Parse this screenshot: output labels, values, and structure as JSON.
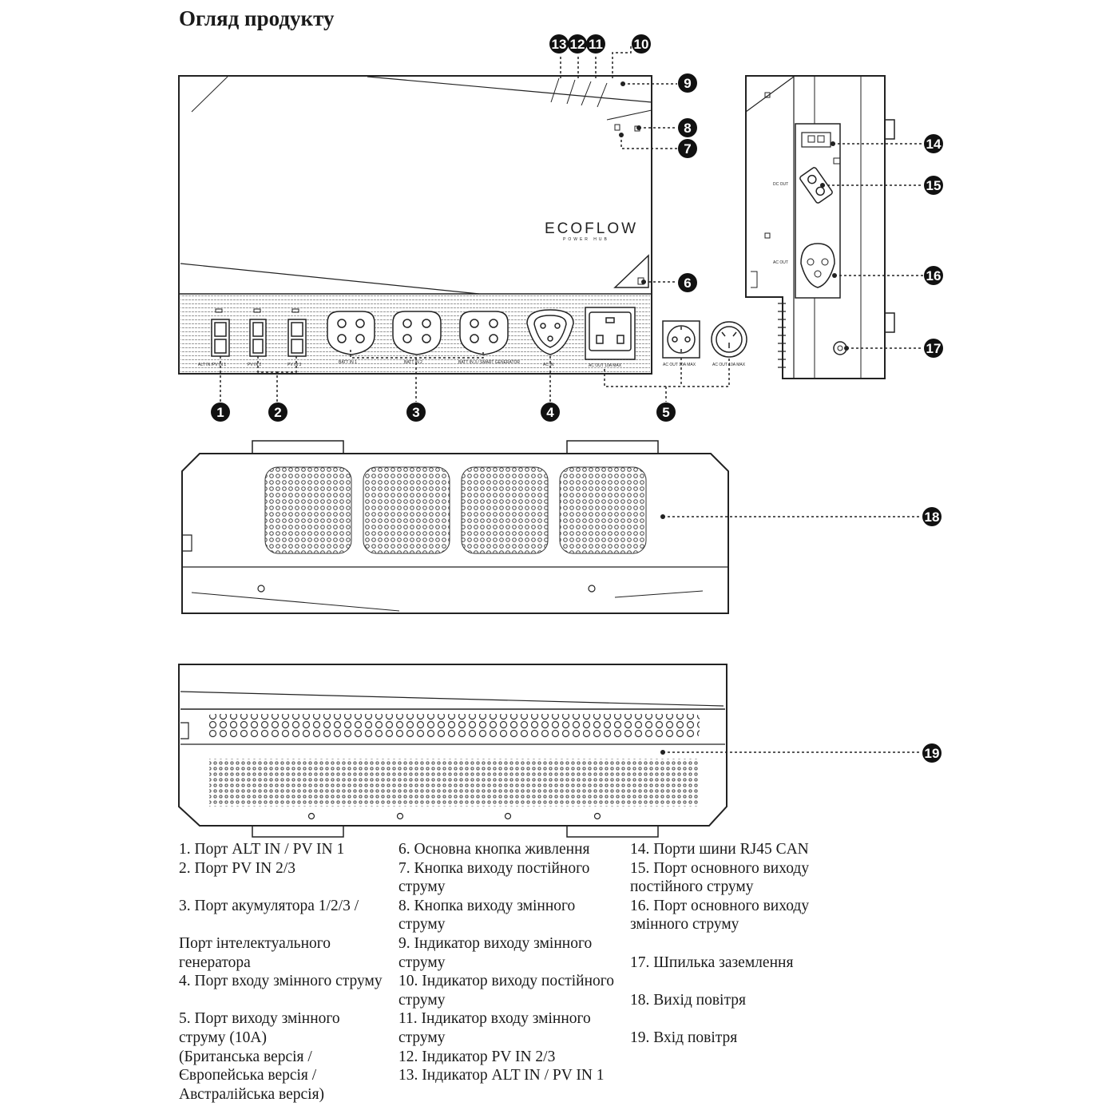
{
  "title": "Огляд продукту",
  "brand": {
    "logo": "ECOFLOW",
    "logo_sub": "POWER HUB"
  },
  "callouts": [
    "1",
    "2",
    "3",
    "4",
    "5",
    "6",
    "7",
    "8",
    "9",
    "10",
    "11",
    "12",
    "13",
    "14",
    "15",
    "16",
    "17",
    "18",
    "19"
  ],
  "port_labels": {
    "alt_in": "ALT IN /PV IN 1",
    "pv_in_2": "PV IN 2",
    "pv_in_3": "PV IN 3",
    "batt_1": "BATT IN 1",
    "batt_2": "BATT IN 2",
    "batt_3": "BATT IN 3 / SMART GENERATOR",
    "ac_in": "AC IN",
    "ac_out": "AC OUT 10A MAX",
    "dc_out": "DC OUT",
    "ac_out_side": "AC OUT"
  },
  "legend": {
    "col1": [
      "1. Порт ALT IN / PV IN 1",
      "2. Порт PV IN 2/3",
      "",
      "3. Порт акумулятора 1/2/3 /",
      "",
      "Порт інтелектуального",
      "генератора",
      "4. Порт входу змінного струму",
      "",
      "5. Порт виходу змінного",
      "струму (10А)",
      "(Британська версія /",
      "Європейська версія /",
      "Австралійська версія)"
    ],
    "col2": [
      "6. Основна кнопка живлення",
      "7. Кнопка виходу постійного",
      "струму",
      "8. Кнопка виходу змінного",
      "струму",
      "9. Індикатор виходу змінного",
      "струму",
      "10. Індикатор виходу постійного",
      "струму",
      "11. Індикатор входу змінного",
      "струму",
      "12. Індикатор PV IN 2/3",
      "13. Індикатор ALT IN / PV IN 1"
    ],
    "col3": [
      "14. Порти шини RJ45 CAN",
      "15. Порт основного виходу",
      "постійного струму",
      "16. Порт основного виходу",
      "змінного струму",
      "",
      "17. Шпилька заземлення",
      "",
      "18. Вихід повітря",
      "",
      "19. Вхід повітря"
    ]
  }
}
